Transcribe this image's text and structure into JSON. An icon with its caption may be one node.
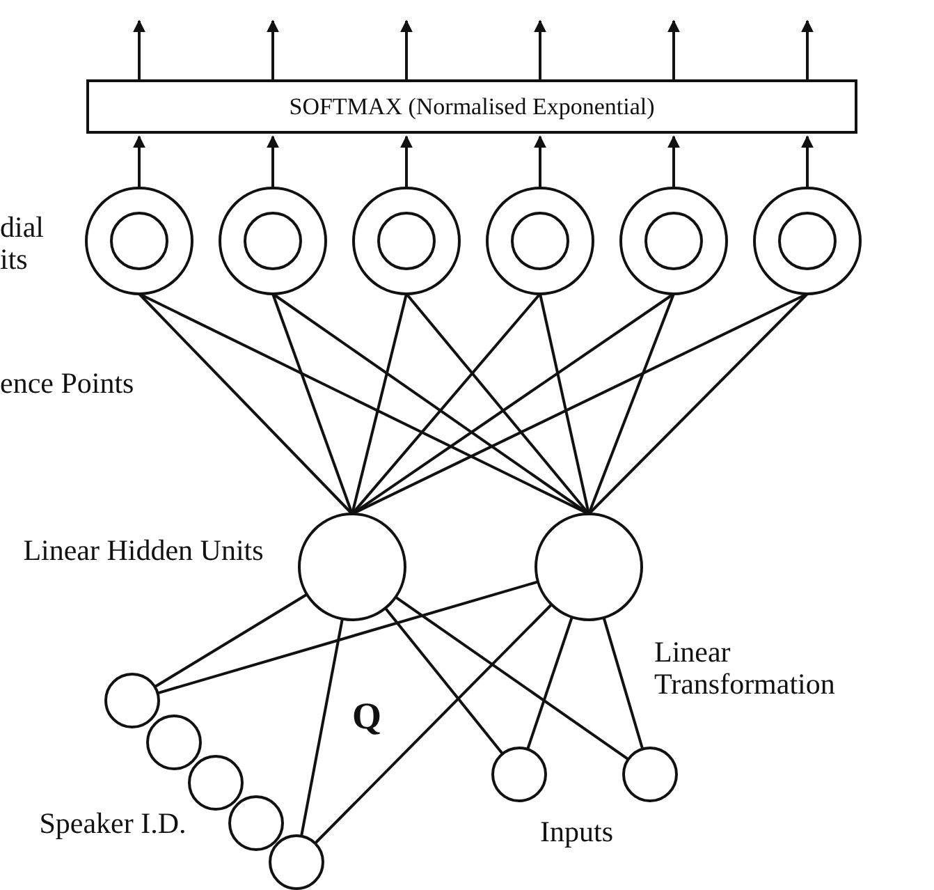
{
  "diagram": {
    "nodes": [
      {
        "text": [
          "SOFTMAX (Normalised Exponential)"
        ]
      },
      {
        "text": [],
        "shape": "circle"
      },
      {
        "text": [],
        "shape": "circle"
      },
      {
        "text": [],
        "shape": "circle"
      },
      {
        "text": [],
        "shape": "circle"
      },
      {
        "text": [],
        "shape": "circle"
      },
      {
        "text": [],
        "shape": "circle"
      },
      {
        "text": [],
        "shape": "circle"
      },
      {
        "text": [],
        "shape": "circle"
      },
      {
        "text": [],
        "shape": "circle"
      },
      {
        "text": [],
        "shape": "circle"
      },
      {
        "text": [],
        "shape": "circle"
      },
      {
        "text": [],
        "shape": "circle"
      },
      {
        "text": [],
        "shape": "circle"
      },
      {
        "text": [],
        "shape": "circle"
      },
      {
        "text": [],
        "shape": "circle"
      }
    ],
    "edges": [
      {
        "from": 0,
        "to": null,
        "arrow": "to"
      },
      {
        "from": 0,
        "to": null,
        "arrow": "to"
      },
      {
        "from": 0,
        "to": null,
        "arrow": "to"
      },
      {
        "from": 0,
        "to": null,
        "arrow": "to"
      },
      {
        "from": 0,
        "to": null,
        "arrow": "to"
      },
      {
        "from": 0,
        "to": null,
        "arrow": "to"
      },
      {
        "from": 1,
        "to": 0,
        "arrow": "to"
      },
      {
        "from": 2,
        "to": 0,
        "arrow": "to"
      },
      {
        "from": 3,
        "to": 0,
        "arrow": "to"
      },
      {
        "from": 4,
        "to": 0,
        "arrow": "to"
      },
      {
        "from": 5,
        "to": 0,
        "arrow": "to"
      },
      {
        "from": 6,
        "to": 0,
        "arrow": "to"
      },
      {
        "from": 7,
        "to": 1,
        "arrow": "none"
      },
      {
        "from": 7,
        "to": 2,
        "arrow": "none"
      },
      {
        "from": 7,
        "to": 3,
        "arrow": "none"
      },
      {
        "from": 7,
        "to": 4,
        "arrow": "none"
      },
      {
        "from": 7,
        "to": 5,
        "arrow": "none"
      },
      {
        "from": 7,
        "to": 6,
        "arrow": "none"
      },
      {
        "from": 8,
        "to": 1,
        "arrow": "none"
      },
      {
        "from": 8,
        "to": 2,
        "arrow": "none"
      },
      {
        "from": 8,
        "to": 3,
        "arrow": "none"
      },
      {
        "from": 8,
        "to": 4,
        "arrow": "none"
      },
      {
        "from": 8,
        "to": 5,
        "arrow": "none"
      },
      {
        "from": 8,
        "to": 6,
        "arrow": "none"
      },
      {
        "from": 9,
        "to": 7,
        "arrow": "none"
      },
      {
        "from": 9,
        "to": 8,
        "arrow": "none"
      },
      {
        "from": 13,
        "to": 7,
        "arrow": "none"
      },
      {
        "from": 13,
        "to": 8,
        "arrow": "none"
      },
      {
        "from": 14,
        "to": 7,
        "arrow": "none"
      },
      {
        "from": 14,
        "to": 8,
        "arrow": "none"
      },
      {
        "from": 15,
        "to": 7,
        "arrow": "none"
      },
      {
        "from": 15,
        "to": 8,
        "arrow": "none"
      }
    ],
    "labels": [
      "dial its",
      "ence Points",
      "Linear Hidden Units",
      "Linear Transformation",
      "Q",
      "Speaker I.D.",
      "Inputs"
    ]
  }
}
